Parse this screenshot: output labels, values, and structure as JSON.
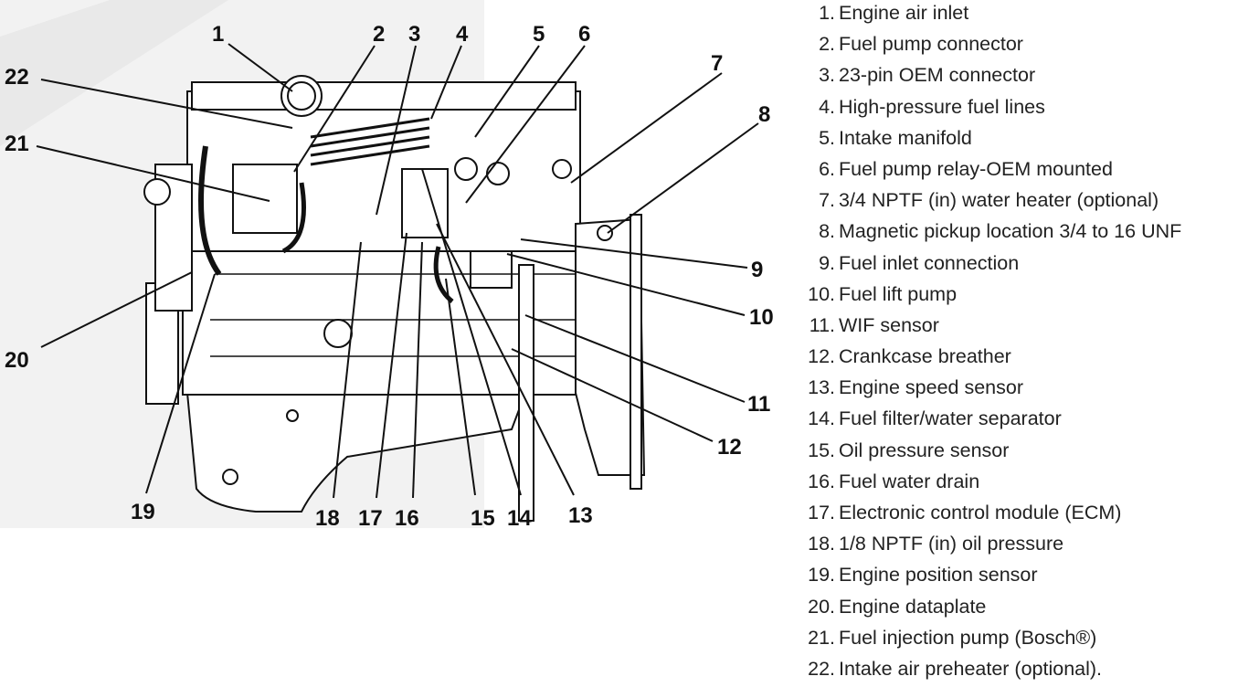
{
  "callouts": [
    "1",
    "2",
    "3",
    "4",
    "5",
    "6",
    "7",
    "8",
    "9",
    "10",
    "11",
    "12",
    "13",
    "14",
    "15",
    "16",
    "17",
    "18",
    "19",
    "20",
    "21",
    "22"
  ],
  "legend": [
    {
      "num": "1.",
      "text": "Engine air inlet"
    },
    {
      "num": "2.",
      "text": "Fuel pump connector"
    },
    {
      "num": "3.",
      "text": "23-pin OEM connector"
    },
    {
      "num": "4.",
      "text": "High-pressure fuel lines"
    },
    {
      "num": "5.",
      "text": "Intake manifold"
    },
    {
      "num": "6.",
      "text": "Fuel pump relay-OEM mounted"
    },
    {
      "num": "7.",
      "text": "3/4 NPTF (in) water heater (optional)"
    },
    {
      "num": "8.",
      "text": "Magnetic pickup location 3/4 to 16 UNF"
    },
    {
      "num": "9.",
      "text": "Fuel inlet connection"
    },
    {
      "num": "10.",
      "text": "Fuel lift pump"
    },
    {
      "num": "11.",
      "text": "WIF sensor"
    },
    {
      "num": "12.",
      "text": "Crankcase breather"
    },
    {
      "num": "13.",
      "text": "Engine speed sensor"
    },
    {
      "num": "14.",
      "text": "Fuel filter/water separator"
    },
    {
      "num": "15.",
      "text": "Oil pressure sensor"
    },
    {
      "num": "16.",
      "text": "Fuel water drain"
    },
    {
      "num": "17.",
      "text": "Electronic control module (ECM)"
    },
    {
      "num": "18.",
      "text": "1/8 NPTF (in) oil pressure"
    },
    {
      "num": "19.",
      "text": "Engine position sensor"
    },
    {
      "num": "20.",
      "text": "Engine dataplate"
    },
    {
      "num": "21.",
      "text": "Fuel injection pump (Bosch®)"
    },
    {
      "num": "22.",
      "text": "Intake air preheater (optional)."
    }
  ],
  "colors": {
    "ink": "#111111",
    "panel": "#f2f2f2",
    "text": "#222222"
  }
}
